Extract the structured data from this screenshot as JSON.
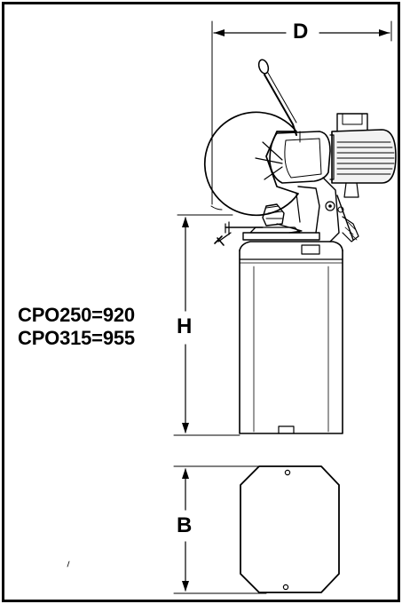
{
  "dimensions": {
    "depth_label": "D",
    "height_label": "H",
    "base_label": "B"
  },
  "models": [
    {
      "text": "CPO250=920"
    },
    {
      "text": "CPO315=955"
    }
  ],
  "colors": {
    "line": "#000000",
    "background": "#ffffff",
    "motor_shade": "#f2f2f2"
  }
}
